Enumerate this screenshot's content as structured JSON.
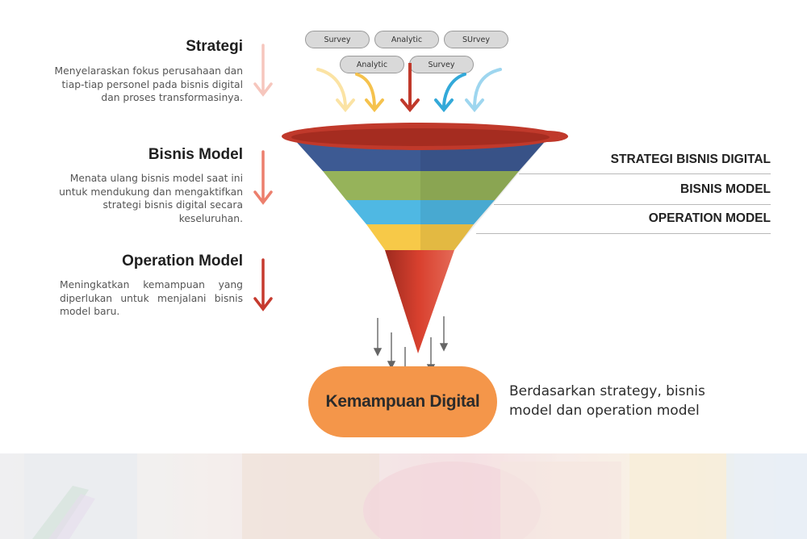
{
  "left_sections": [
    {
      "title": "Strategi",
      "desc": "Menyelaraskan fokus perusahaan dan tiap-tiap personel pada bisnis digital dan proses transformasinya.",
      "arrow_color": "#f6c6bd"
    },
    {
      "title": "Bisnis Model",
      "desc": "Menata ulang bisnis model saat ini untuk mendukung dan mengaktifkan strategi bisnis digital secara keseluruhan.",
      "arrow_color": "#ec7f6d"
    },
    {
      "title": "Operation Model",
      "desc": "Meningkatkan kemampuan yang diperlukan untuk menjalani bisnis model baru.",
      "arrow_color": "#c63a2e"
    }
  ],
  "inputs": {
    "row1": [
      "Survey",
      "Analytic",
      "SUrvey"
    ],
    "row2": [
      "Analytic",
      "Survey"
    ]
  },
  "layers": [
    "STRATEGI BISNIS DIGITAL",
    "BISNIS MODEL",
    "OPERATION MODEL"
  ],
  "output": {
    "label": "Kemampuan Digital",
    "desc": "Berdasarkan strategy, bisnis model dan operation model"
  },
  "colors": {
    "funnel_rim": "#c0392b",
    "layer_blue": "#3d5a93",
    "layer_green": "#96b35a",
    "layer_cyan": "#4fb8e3",
    "layer_yellow": "#f7c948",
    "output": "#f4964a"
  }
}
